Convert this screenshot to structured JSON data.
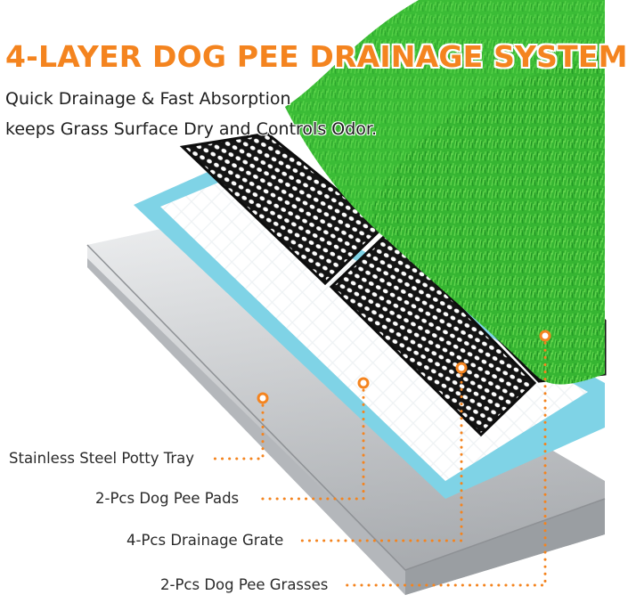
{
  "headline": "4-LAYER DOG PEE DRAINAGE SYSTEM",
  "subtitle_lines": [
    "Quick Drainage & Fast Absorption",
    "keeps Grass Surface Dry and Controls Odor."
  ],
  "layers": [
    {
      "label": "Stainless Steel Potty Tray"
    },
    {
      "label": "2-Pcs Dog Pee Pads"
    },
    {
      "label": "4-Pcs Drainage Grate"
    },
    {
      "label": "2-Pcs Dog Pee Grasses"
    }
  ],
  "colors": {
    "accent": "#f4841f",
    "grass": "#3fc23a",
    "pad_border": "#7fd3e6",
    "grate": "#1a1a1a",
    "tray": "#c7c9cc"
  }
}
